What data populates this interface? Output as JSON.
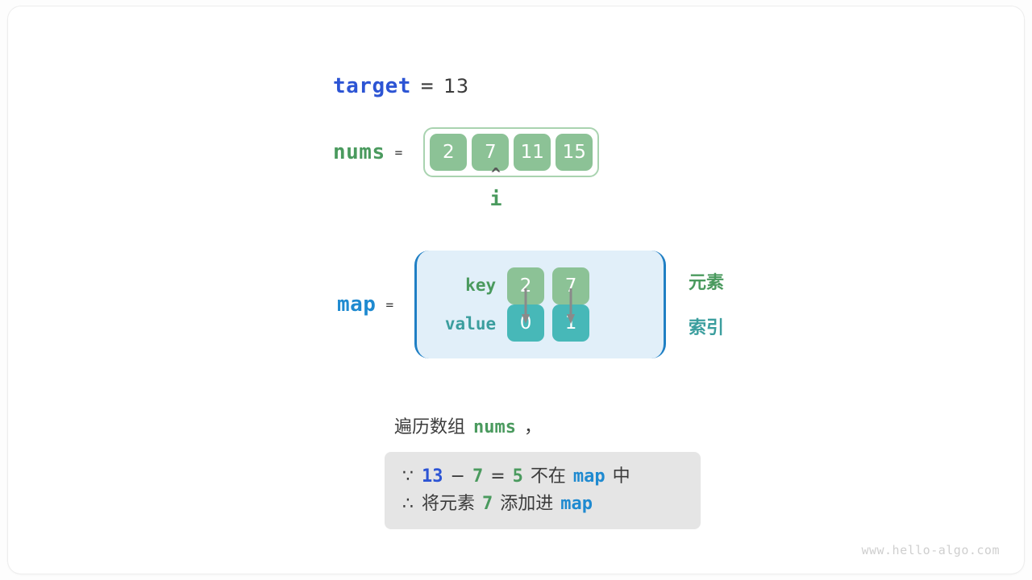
{
  "target": {
    "name": "target",
    "equals": "=",
    "value": "13"
  },
  "nums": {
    "name": "nums",
    "equals": "=",
    "cells": [
      "2",
      "7",
      "11",
      "15"
    ]
  },
  "pointer": {
    "caret": "^",
    "label": "i",
    "index": 1
  },
  "map": {
    "name": "map",
    "equals": "=",
    "key_label": "key",
    "value_label": "value",
    "entries": [
      {
        "key": "2",
        "value": "0"
      },
      {
        "key": "7",
        "value": "1"
      }
    ],
    "side_labels": {
      "element": "元素",
      "index": "索引"
    }
  },
  "caption": {
    "prefix": "遍历数组",
    "code": "nums",
    "suffix": "，"
  },
  "note": {
    "line1": {
      "symbol": "∵",
      "a": "13",
      "minus": "−",
      "b": "7",
      "eq": "=",
      "c": "5",
      "text": "不在",
      "map": "map",
      "tail": "中"
    },
    "line2": {
      "symbol": "∴",
      "text": "将元素",
      "num": "7",
      "text2": "添加进",
      "map": "map"
    }
  },
  "watermark": "www.hello-algo.com",
  "colors": {
    "target_blue": "#2c54d4",
    "map_blue": "#1f8ad0",
    "green": "#4a9a5e",
    "cell_green": "#8cc296",
    "cell_teal": "#47b8b8",
    "teal_text": "#3b9e9e",
    "map_box_bg": "#e1eff9",
    "map_box_border": "#1f7fc4",
    "note_bg": "#e5e5e5",
    "arrow_gray": "#8a8a8a"
  }
}
